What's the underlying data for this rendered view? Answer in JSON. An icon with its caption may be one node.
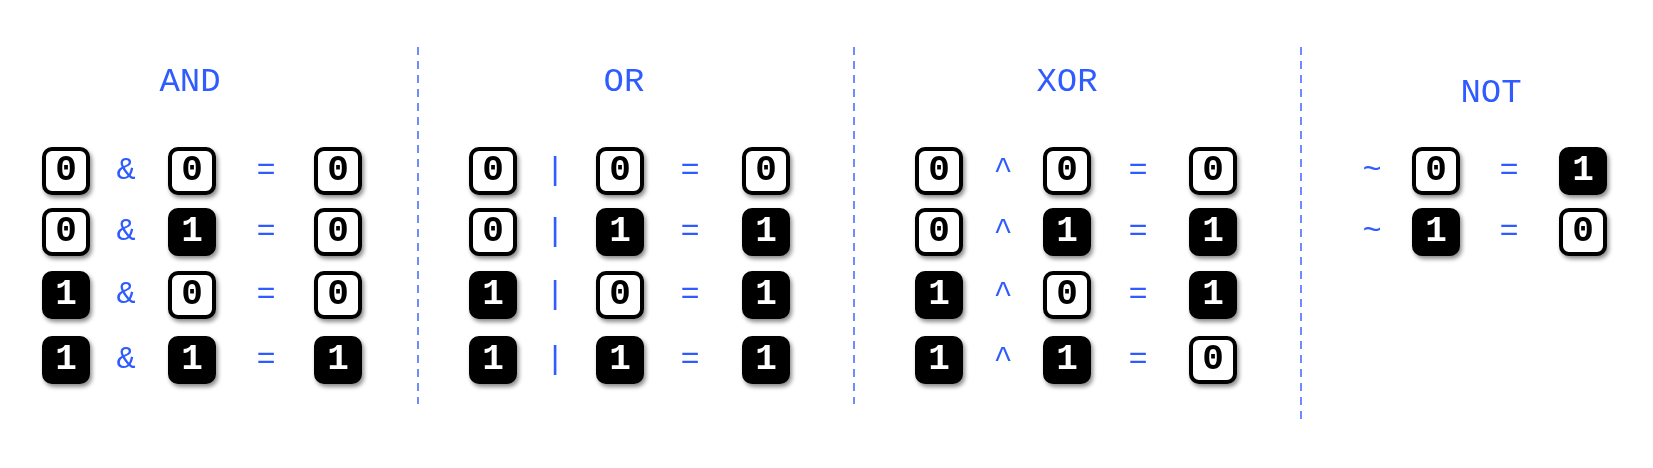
{
  "diagram": {
    "nodes": [
      {
        "text": [
          "0"
        ]
      },
      {
        "text": [
          "0"
        ]
      },
      {
        "text": [
          "0"
        ]
      },
      {
        "text": [
          "0"
        ]
      },
      {
        "text": [
          "1"
        ]
      },
      {
        "text": [
          "0"
        ]
      },
      {
        "text": [
          "1"
        ]
      },
      {
        "text": [
          "0"
        ]
      },
      {
        "text": [
          "0"
        ]
      },
      {
        "text": [
          "1"
        ]
      },
      {
        "text": [
          "1"
        ]
      },
      {
        "text": [
          "1"
        ]
      },
      {
        "text": [
          "0"
        ]
      },
      {
        "text": [
          "0"
        ]
      },
      {
        "text": [
          "0"
        ]
      },
      {
        "text": [
          "0"
        ]
      },
      {
        "text": [
          "1"
        ]
      },
      {
        "text": [
          "1"
        ]
      },
      {
        "text": [
          "1"
        ]
      },
      {
        "text": [
          "0"
        ]
      },
      {
        "text": [
          "1"
        ]
      },
      {
        "text": [
          "1"
        ]
      },
      {
        "text": [
          "1"
        ]
      },
      {
        "text": [
          "1"
        ]
      },
      {
        "text": [
          "0"
        ]
      },
      {
        "text": [
          "0"
        ]
      },
      {
        "text": [
          "0"
        ]
      },
      {
        "text": [
          "0"
        ]
      },
      {
        "text": [
          "1"
        ]
      },
      {
        "text": [
          "1"
        ]
      },
      {
        "text": [
          "1"
        ]
      },
      {
        "text": [
          "0"
        ]
      },
      {
        "text": [
          "1"
        ]
      },
      {
        "text": [
          "1"
        ]
      },
      {
        "text": [
          "1"
        ]
      },
      {
        "text": [
          "0"
        ]
      },
      {
        "text": [
          "0"
        ]
      },
      {
        "text": [
          "1"
        ]
      },
      {
        "text": [
          "1"
        ]
      },
      {
        "text": [
          "0"
        ]
      }
    ],
    "labels": [
      "AND",
      "&",
      "=",
      "&",
      "=",
      "&",
      "=",
      "&",
      "=",
      "OR",
      "|",
      "=",
      "|",
      "=",
      "|",
      "=",
      "|",
      "=",
      "XOR",
      "^",
      "=",
      "^",
      "=",
      "^",
      "=",
      "^",
      "=",
      "NOT",
      "~",
      "=",
      "~",
      "="
    ]
  }
}
